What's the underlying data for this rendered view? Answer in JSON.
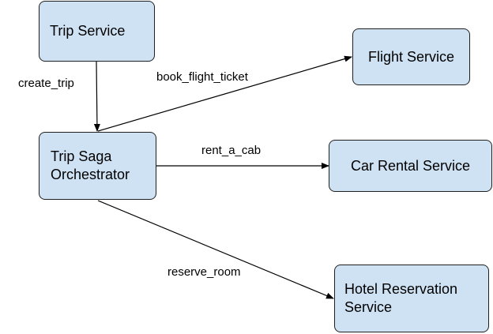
{
  "nodes": {
    "trip_service": "Trip Service",
    "orchestrator": "Trip Saga\nOrchestrator",
    "flight_service": "Flight Service",
    "car_rental_service": "Car Rental Service",
    "hotel_service": "Hotel Reservation\nService"
  },
  "edges": {
    "create_trip": "create_trip",
    "book_flight_ticket": "book_flight_ticket",
    "rent_a_cab": "rent_a_cab",
    "reserve_room": "reserve_room"
  },
  "colors": {
    "node_fill": "#cfe2f3",
    "node_border": "#1f1f1f",
    "edge": "#000000"
  }
}
